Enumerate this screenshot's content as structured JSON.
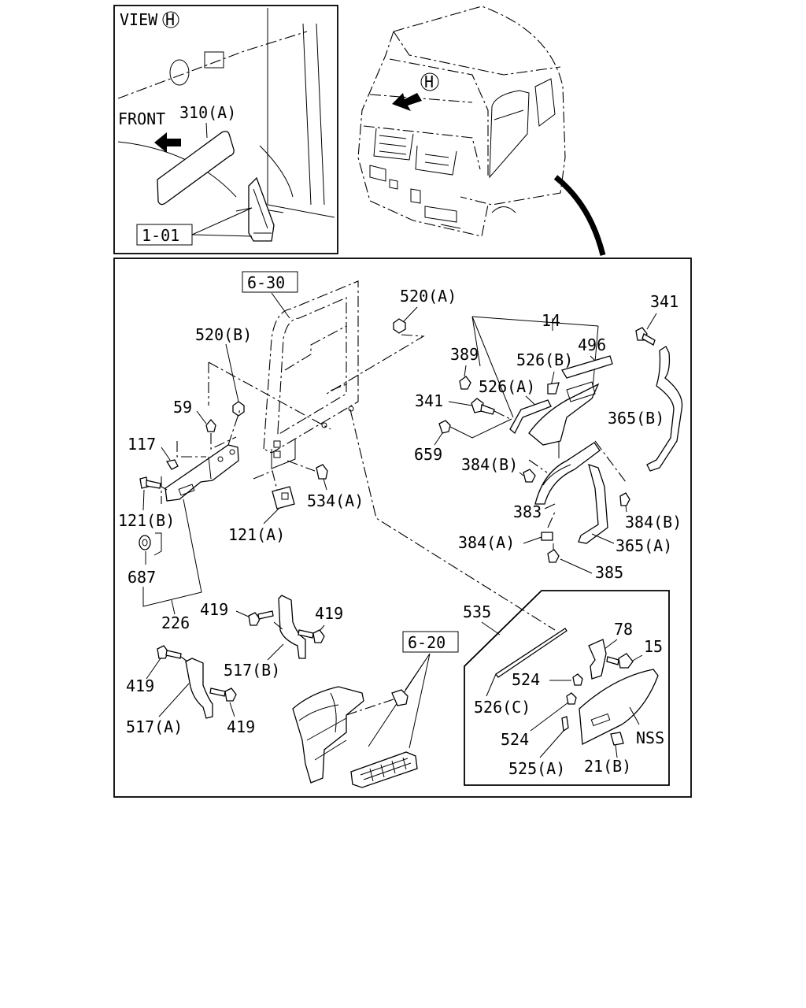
{
  "view_panel": {
    "title": "VIEW",
    "view_marker": "H",
    "front_label": "FRONT",
    "ref_box": "1-01",
    "part_310A": "310(A)"
  },
  "truck": {
    "view_marker": "H"
  },
  "ref_boxes": {
    "door": "6-30",
    "step": "6-20"
  },
  "labels": {
    "p520A": "520(A)",
    "p520B": "520(B)",
    "p59": "59",
    "p117": "117",
    "p121B": "121(B)",
    "p687": "687",
    "p226": "226",
    "p121A": "121(A)",
    "p534A": "534(A)",
    "p14": "14",
    "p341_top": "341",
    "p389": "389",
    "p526B": "526(B)",
    "p496": "496",
    "p526A": "526(A)",
    "p341_mid": "341",
    "p659": "659",
    "p365B": "365(B)",
    "p384B_left": "384(B)",
    "p383": "383",
    "p384B_right": "384(B)",
    "p384A": "384(A)",
    "p365A": "365(A)",
    "p385": "385",
    "p419_a": "419",
    "p419_b": "419",
    "p517B": "517(B)",
    "p419_c": "419",
    "p517A": "517(A)",
    "p419_d": "419",
    "p535": "535",
    "p78": "78",
    "p15": "15",
    "p524_a": "524",
    "p526C": "526(C)",
    "p524_b": "524",
    "pNSS": "NSS",
    "p525A": "525(A)",
    "p21B": "21(B)"
  }
}
